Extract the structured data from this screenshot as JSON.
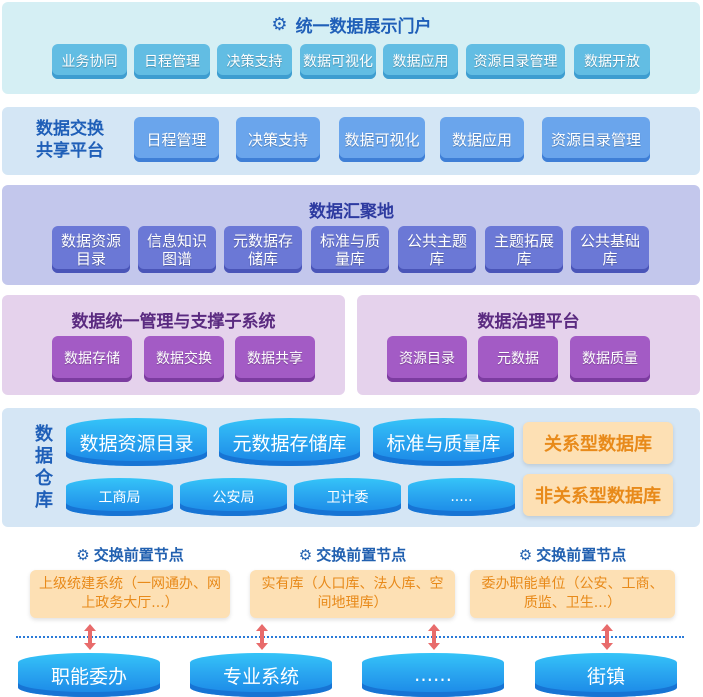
{
  "portal": {
    "title": "统一数据展示门户",
    "items": [
      "业务协同",
      "日程管理",
      "决策支持",
      "数据可视化",
      "数据应用",
      "资源目录管理",
      "数据开放"
    ]
  },
  "exchange": {
    "title": "数据交换共享平台",
    "title_l1": "数据交换",
    "title_l2": "共享平台",
    "items": [
      "日程管理",
      "决策支持",
      "数据可视化",
      "数据应用",
      "资源目录管理"
    ]
  },
  "aggregation": {
    "title": "数据汇聚地",
    "items": [
      "数据资源目录",
      "信息知识图谱",
      "元数据存储库",
      "标准与质量库",
      "公共主题库",
      "主题拓展库",
      "公共基础库"
    ]
  },
  "management": {
    "title": "数据统一管理与支撑子系统",
    "items": [
      "数据存储",
      "数据交换",
      "数据共享"
    ]
  },
  "governance": {
    "title": "数据治理平台",
    "items": [
      "资源目录",
      "元数据",
      "数据质量"
    ]
  },
  "warehouse": {
    "title": "数据仓库",
    "row1": [
      "数据资源目录",
      "元数据存储库",
      "标准与质量库"
    ],
    "row2": [
      "工商局",
      "公安局",
      "卫计委",
      "....."
    ],
    "relational": "关系型数据库",
    "nonrelational": "非关系型数据库"
  },
  "nodes": [
    {
      "title": "交换前置节点",
      "box": "上级统建系统（一网通办、网上政务大厅...）"
    },
    {
      "title": "交换前置节点",
      "box": "实有库（人口库、法人库、空间地理库）"
    },
    {
      "title": "交换前置节点",
      "box": "委办职能单位（公安、工商、质监、卫生...）"
    }
  ],
  "sources": [
    "职能委办",
    "专业系统",
    "……",
    "街镇"
  ]
}
